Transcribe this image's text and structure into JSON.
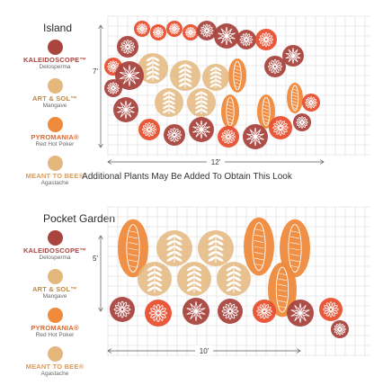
{
  "colors": {
    "kaleidoscope": "#a9443f",
    "art_and_sol": "#e4b77c",
    "pyromania": "#ef8a3c",
    "meant_to_bee": "#e8502f",
    "grid": "#d8d8d8"
  },
  "legend": [
    {
      "name": "KALEIDOSCOPE™",
      "sub": "Delosperma",
      "color_key": "kaleidoscope",
      "icon": "delosperma-icon"
    },
    {
      "name": "ART & SOL™",
      "sub": "Mangave",
      "color_key": "art_and_sol",
      "icon": "mangave-icon"
    },
    {
      "name": "PYROMANIA®",
      "sub": "Red Hot Poker",
      "color_key": "pyromania",
      "icon": "red-hot-poker-icon"
    },
    {
      "name": "MEANT TO BEE®",
      "sub": "Agastache",
      "color_key": "meant_to_bee",
      "icon": "agastache-icon"
    }
  ],
  "island": {
    "title": "Island",
    "height_label": "7'",
    "width_label": "12'"
  },
  "pocket": {
    "title": "Pocket Garden",
    "height_label": "5'",
    "width_label": "10'"
  },
  "note": "Additional Plants May Be Added To Obtain This Look"
}
